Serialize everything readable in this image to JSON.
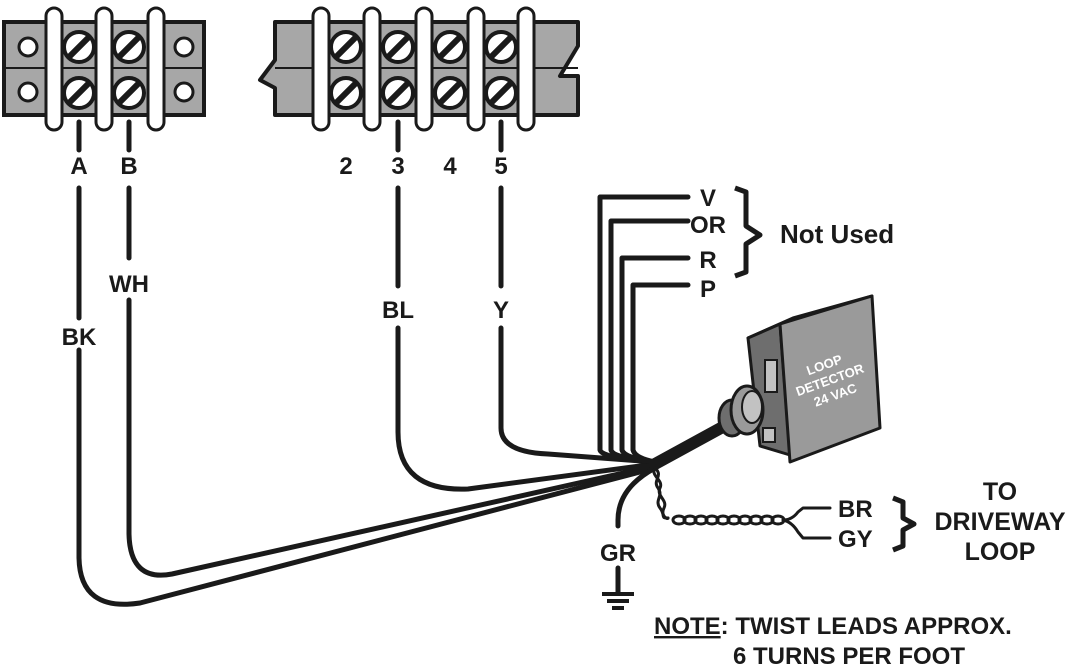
{
  "terminals_left": [
    "A",
    "B"
  ],
  "terminals_right": [
    "2",
    "3",
    "4",
    "5"
  ],
  "wires": {
    "bk": "BK",
    "wh": "WH",
    "bl": "BL",
    "y": "Y",
    "gr": "GR",
    "v": "V",
    "or": "OR",
    "r": "R",
    "p": "P",
    "br": "BR",
    "gy": "GY"
  },
  "not_used": "Not Used",
  "device": {
    "line1": "LOOP",
    "line2": "DETECTOR",
    "line3": "24 VAC"
  },
  "loop_label": {
    "line1": "TO",
    "line2": "DRIVEWAY",
    "line3": "LOOP"
  },
  "note": {
    "prefix": "NOTE",
    "line1_rest": ": TWIST LEADS APPROX.",
    "line2": "6 TURNS PER FOOT"
  },
  "colors": {
    "ink": "#1a1a1a",
    "strip": "#a7a7a7",
    "strip_dark": "#8c8c8c",
    "device_face": "#9a9a9a",
    "device_side": "#6e6e6e",
    "device_top": "#c2c2c2"
  }
}
